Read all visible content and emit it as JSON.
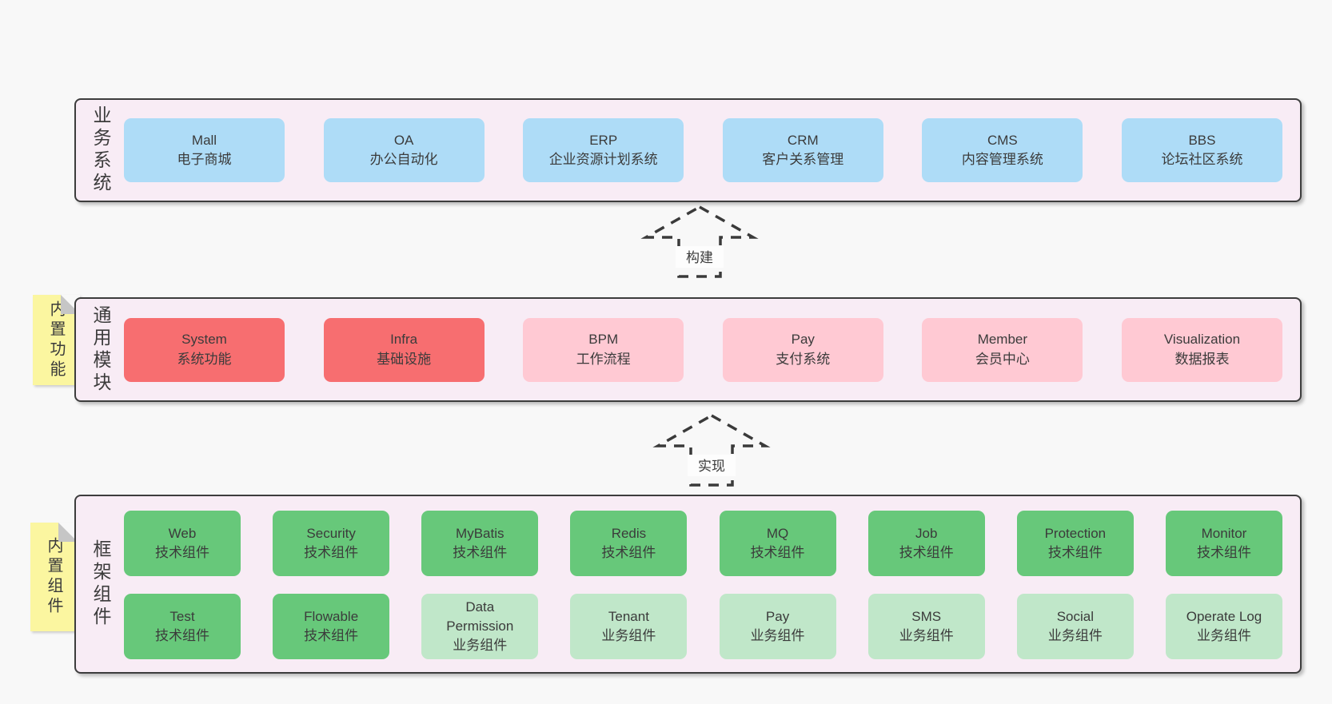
{
  "colors": {
    "page_bg": "#f8f8f8",
    "panel_bg": "#f8ecf5",
    "panel_border": "#3d3d3d",
    "business_box": "#aedcf7",
    "core_module_box": "#f76e70",
    "optional_module_box": "#ffc9d3",
    "tech_component_box": "#67c87a",
    "biz_component_box": "#c0e7c9",
    "sticky_note": "#fbf6a0",
    "text": "#3b3b3b"
  },
  "arrows": [
    {
      "label": "构建"
    },
    {
      "label": "实现"
    }
  ],
  "stickies": [
    {
      "label": "内置功能"
    },
    {
      "label": "内置组件"
    }
  ],
  "layers": {
    "business": {
      "label": "业务系统",
      "boxes": [
        {
          "name": "Mall",
          "subtitle": "电子商城",
          "variant": "blue"
        },
        {
          "name": "OA",
          "subtitle": "办公自动化",
          "variant": "blue"
        },
        {
          "name": "ERP",
          "subtitle": "企业资源计划系统",
          "variant": "blue"
        },
        {
          "name": "CRM",
          "subtitle": "客户关系管理",
          "variant": "blue"
        },
        {
          "name": "CMS",
          "subtitle": "内容管理系统",
          "variant": "blue"
        },
        {
          "name": "BBS",
          "subtitle": "论坛社区系统",
          "variant": "blue"
        }
      ]
    },
    "modules": {
      "label": "通用模块",
      "boxes": [
        {
          "name": "System",
          "subtitle": "系统功能",
          "variant": "red"
        },
        {
          "name": "Infra",
          "subtitle": "基础设施",
          "variant": "red"
        },
        {
          "name": "BPM",
          "subtitle": "工作流程",
          "variant": "pink"
        },
        {
          "name": "Pay",
          "subtitle": "支付系统",
          "variant": "pink"
        },
        {
          "name": "Member",
          "subtitle": "会员中心",
          "variant": "pink"
        },
        {
          "name": "Visualization",
          "subtitle": "数据报表",
          "variant": "pink"
        }
      ]
    },
    "components": {
      "label": "框架组件",
      "row1": [
        {
          "name": "Web",
          "subtitle": "技术组件",
          "variant": "green"
        },
        {
          "name": "Security",
          "subtitle": "技术组件",
          "variant": "green"
        },
        {
          "name": "MyBatis",
          "subtitle": "技术组件",
          "variant": "green"
        },
        {
          "name": "Redis",
          "subtitle": "技术组件",
          "variant": "green"
        },
        {
          "name": "MQ",
          "subtitle": "技术组件",
          "variant": "green"
        },
        {
          "name": "Job",
          "subtitle": "技术组件",
          "variant": "green"
        },
        {
          "name": "Protection",
          "subtitle": "技术组件",
          "variant": "green"
        },
        {
          "name": "Monitor",
          "subtitle": "技术组件",
          "variant": "green"
        }
      ],
      "row2": [
        {
          "name": "Test",
          "subtitle": "技术组件",
          "variant": "green"
        },
        {
          "name": "Flowable",
          "subtitle": "技术组件",
          "variant": "green"
        },
        {
          "name": "Data\nPermission",
          "subtitle": "业务组件",
          "variant": "light-green"
        },
        {
          "name": "Tenant",
          "subtitle": "业务组件",
          "variant": "light-green"
        },
        {
          "name": "Pay",
          "subtitle": "业务组件",
          "variant": "light-green"
        },
        {
          "name": "SMS",
          "subtitle": "业务组件",
          "variant": "light-green"
        },
        {
          "name": "Social",
          "subtitle": "业务组件",
          "variant": "light-green"
        },
        {
          "name": "Operate Log",
          "subtitle": "业务组件",
          "variant": "light-green"
        }
      ]
    }
  }
}
